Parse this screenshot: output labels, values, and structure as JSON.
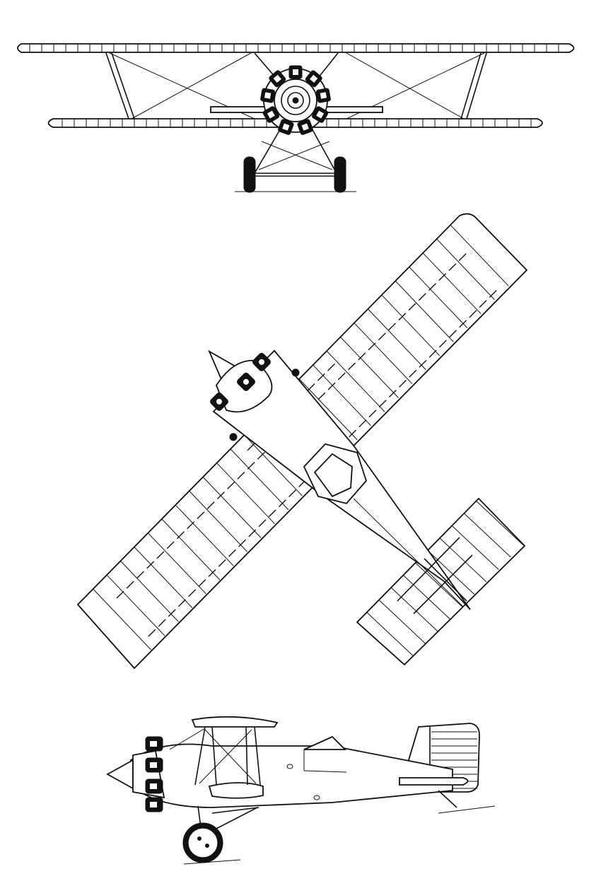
{
  "drawing": {
    "subject": "biplane",
    "views": [
      {
        "id": "front",
        "name": "front-view"
      },
      {
        "id": "top",
        "name": "top-view"
      },
      {
        "id": "side",
        "name": "side-view"
      }
    ],
    "line_color": "#111111",
    "background_color": "#ffffff"
  }
}
